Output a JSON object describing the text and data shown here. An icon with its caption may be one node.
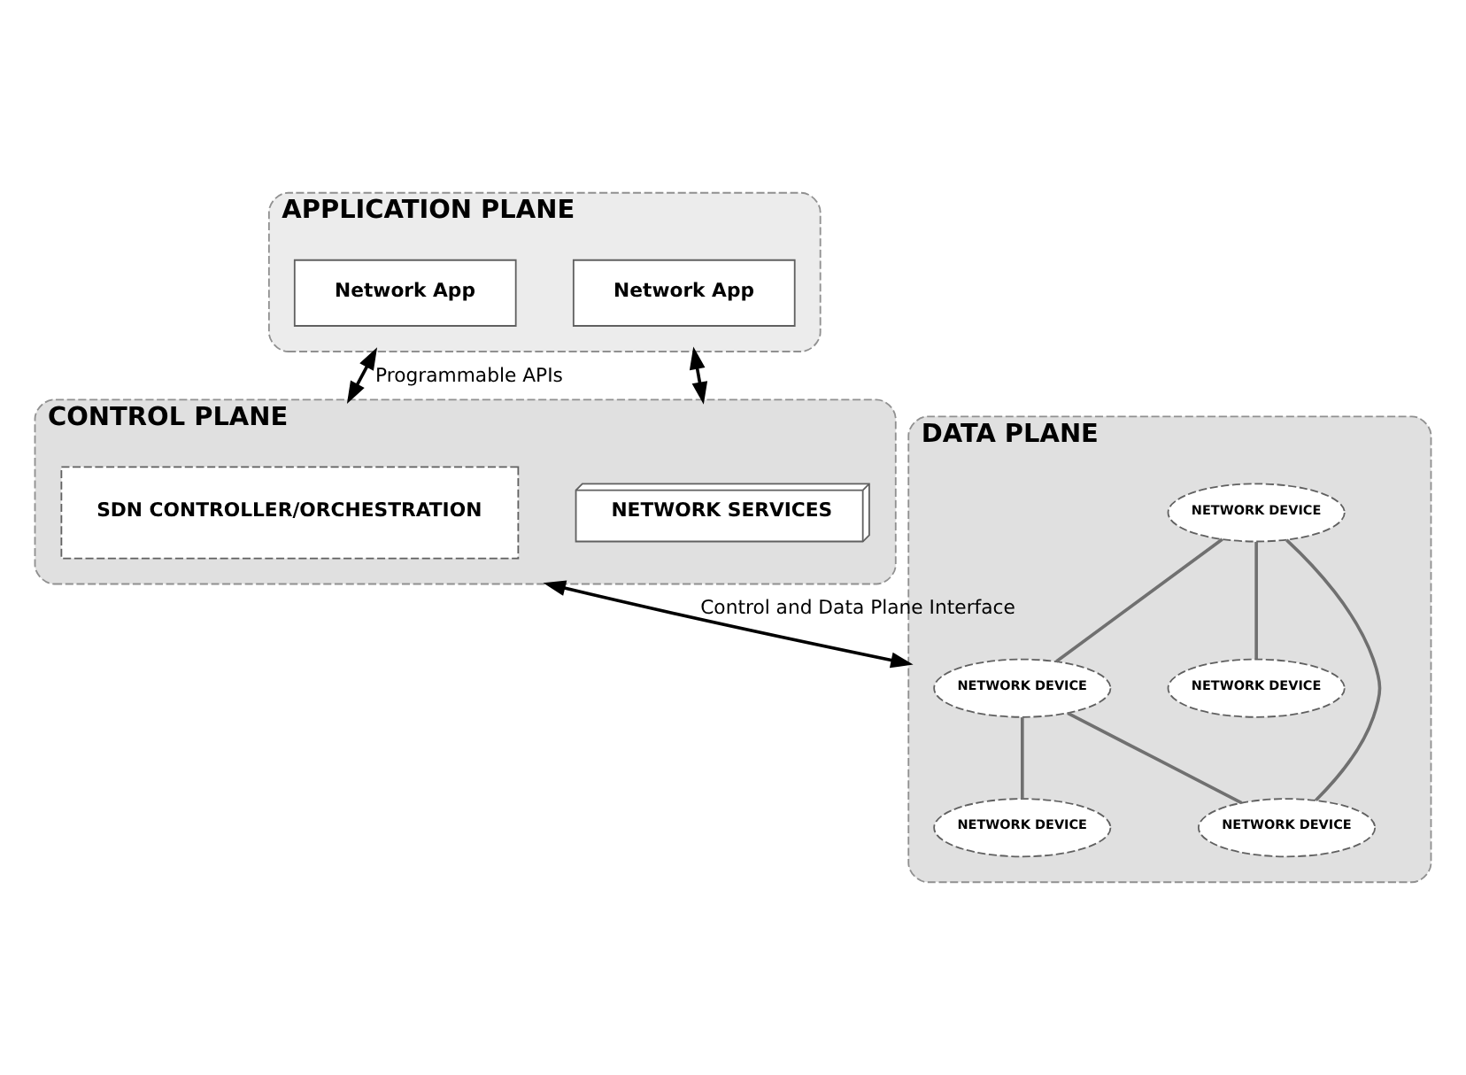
{
  "diagram": {
    "nodes": [
      {
        "text": [
          "APPLICATION PLANE"
        ]
      },
      {
        "text": [
          "Network App"
        ],
        "in": 0
      },
      {
        "text": [
          "Network App"
        ],
        "in": 0
      },
      {
        "text": [
          "CONTROL PLANE"
        ]
      },
      {
        "text": [
          "SDN CONTROLLER/ORCHESTRATION"
        ],
        "in": 3
      },
      {
        "text": [
          "NETWORK SERVICES"
        ],
        "in": 3
      },
      {
        "text": [
          "DATA PLANE"
        ]
      },
      {
        "text": [
          "NETWORK DEVICE"
        ],
        "in": 6
      },
      {
        "text": [
          "NETWORK DEVICE"
        ],
        "in": 6
      },
      {
        "text": [
          "NETWORK DEVICE"
        ],
        "in": 6
      },
      {
        "text": [
          "NETWORK DEVICE"
        ],
        "in": 6
      },
      {
        "text": [
          "NETWORK DEVICE"
        ],
        "in": 6
      }
    ],
    "edges": [
      {
        "from": 0,
        "to": 3,
        "arrow": "both",
        "label": "Programmable APIs",
        "color": "#000000"
      },
      {
        "from": 0,
        "to": 3,
        "arrow": "both",
        "color": "#000000"
      },
      {
        "from": 3,
        "to": 6,
        "arrow": "both",
        "label": "Control and Data Plane Interface",
        "color": "#000000"
      },
      {
        "from": 8,
        "to": 7,
        "arrow": "none"
      },
      {
        "from": 7,
        "to": 11,
        "arrow": "none"
      },
      {
        "from": 7,
        "to": 9,
        "arrow": "none"
      },
      {
        "from": 8,
        "to": 10,
        "arrow": "none"
      },
      {
        "from": 8,
        "to": 11,
        "arrow": "none"
      }
    ]
  }
}
